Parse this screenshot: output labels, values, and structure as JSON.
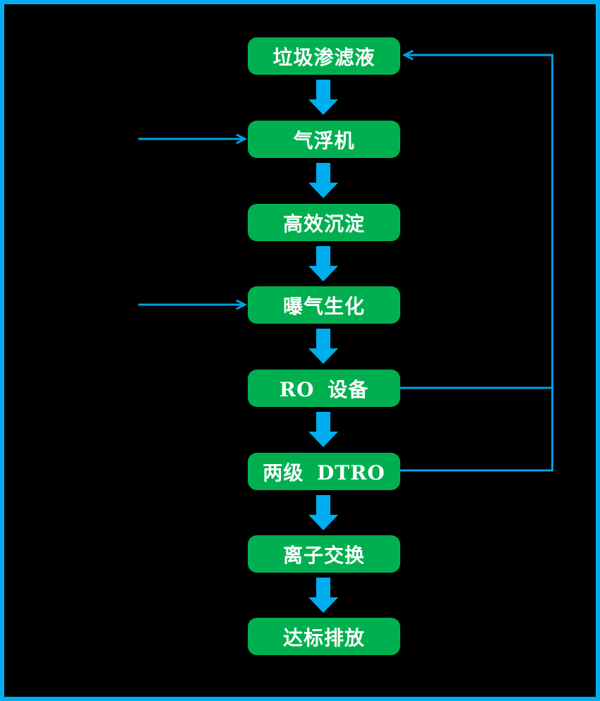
{
  "diagram": {
    "type": "flowchart",
    "colors": {
      "background": "#000000",
      "frame_border": "#00AEEF",
      "node_fill": "#00B050",
      "node_text": "#FFFFFF",
      "thick_arrow": "#00AEEF",
      "connector_line": "#00A2E0"
    },
    "nodes": [
      {
        "id": "leachate",
        "label": "垃圾渗滤液"
      },
      {
        "id": "air-flotation",
        "label": "气浮机"
      },
      {
        "id": "sedimentation",
        "label": "高效沉淀"
      },
      {
        "id": "aeration-bio",
        "label": "曝气生化"
      },
      {
        "id": "ro-equipment",
        "label": "RO 设备"
      },
      {
        "id": "two-stage-dtro",
        "label": "两级 DTRO"
      },
      {
        "id": "ion-exchange",
        "label": "离子交换"
      },
      {
        "id": "discharge",
        "label": "达标排放"
      }
    ],
    "edges": [
      {
        "from": "leachate",
        "to": "air-flotation",
        "style": "thick-down-arrow"
      },
      {
        "from": "air-flotation",
        "to": "sedimentation",
        "style": "thick-down-arrow"
      },
      {
        "from": "sedimentation",
        "to": "aeration-bio",
        "style": "thick-down-arrow"
      },
      {
        "from": "aeration-bio",
        "to": "ro-equipment",
        "style": "thick-down-arrow"
      },
      {
        "from": "ro-equipment",
        "to": "two-stage-dtro",
        "style": "thick-down-arrow"
      },
      {
        "from": "two-stage-dtro",
        "to": "ion-exchange",
        "style": "thick-down-arrow"
      },
      {
        "from": "ion-exchange",
        "to": "discharge",
        "style": "thick-down-arrow"
      },
      {
        "from": "ro-equipment",
        "to": "leachate",
        "style": "thin-line-right-loop"
      },
      {
        "from": "two-stage-dtro",
        "to": "leachate",
        "style": "thin-line-right-loop"
      },
      {
        "from": "left-inlet",
        "to": "air-flotation",
        "style": "thin-arrow-from-left"
      },
      {
        "from": "left-inlet",
        "to": "aeration-bio",
        "style": "thin-arrow-from-left"
      }
    ]
  }
}
